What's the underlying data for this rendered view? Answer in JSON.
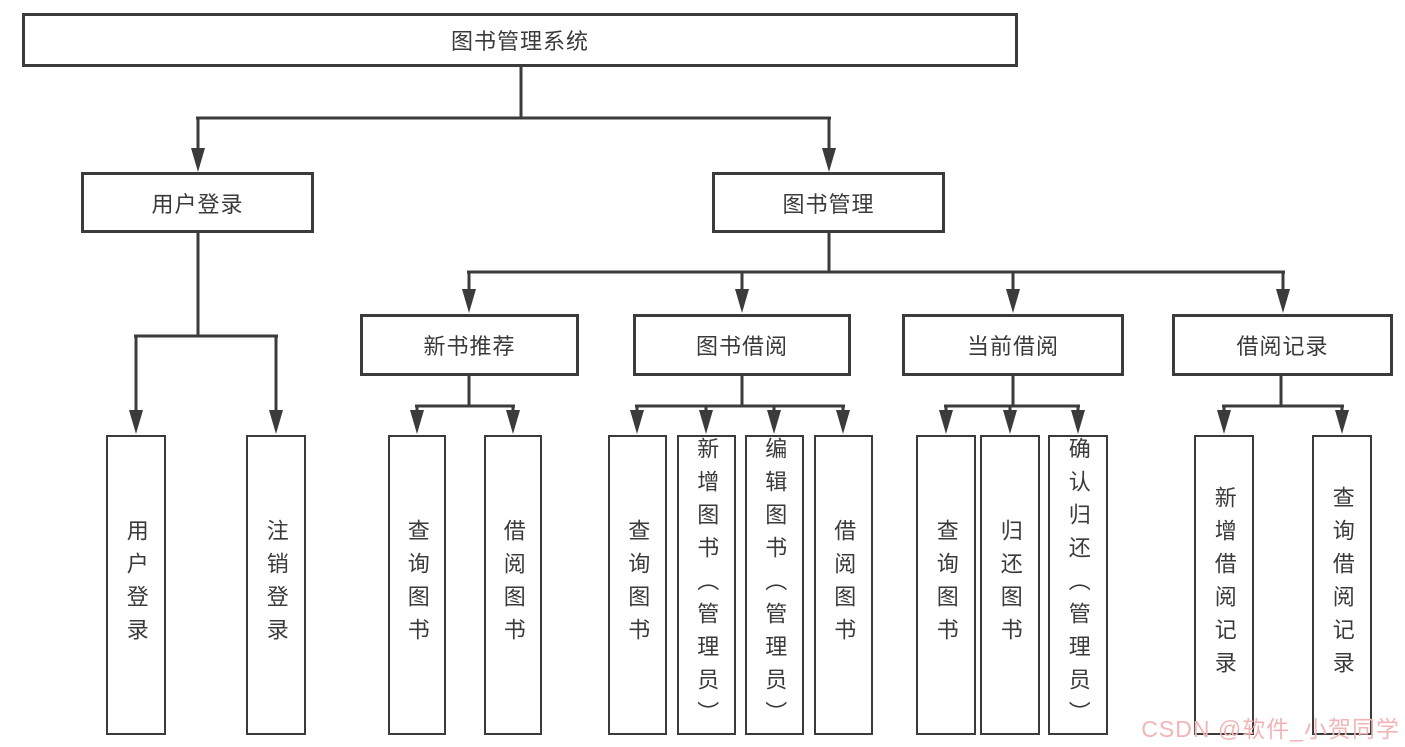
{
  "tree": {
    "label": "图书管理系统",
    "children": [
      {
        "label": "用户登录",
        "children": [
          {
            "label": "用户登录"
          },
          {
            "label": "注销登录"
          }
        ]
      },
      {
        "label": "图书管理",
        "children": [
          {
            "label": "新书推荐",
            "children": [
              {
                "label": "查询图书"
              },
              {
                "label": "借阅图书"
              }
            ]
          },
          {
            "label": "图书借阅",
            "children": [
              {
                "label": "查询图书"
              },
              {
                "label": "新增图书（管理员）"
              },
              {
                "label": "编辑图书（管理员）"
              },
              {
                "label": "借阅图书"
              }
            ]
          },
          {
            "label": "当前借阅",
            "children": [
              {
                "label": "查询图书"
              },
              {
                "label": "归还图书"
              },
              {
                "label": "确认归还（管理员）"
              }
            ]
          },
          {
            "label": "借阅记录",
            "children": [
              {
                "label": "新增借阅记录"
              },
              {
                "label": "查询借阅记录"
              }
            ]
          }
        ]
      }
    ]
  },
  "watermark": {
    "text": "CSDN @软件_小贺同学",
    "color": "#f2b5b5"
  },
  "colors": {
    "background": "#ffffff",
    "box_fill": "#ffffff",
    "box_border": "#3b3b3b",
    "connector_line": "#3b3b3b",
    "text": "#3a3a3a"
  }
}
